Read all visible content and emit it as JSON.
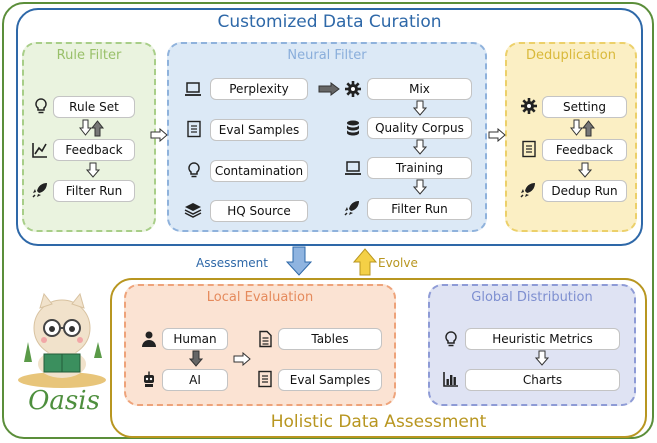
{
  "curation_title": "Customized Data Curation",
  "holistic_title": "Holistic Data Assessment",
  "rule_filter": {
    "title": "Rule Filter",
    "items": [
      "Rule Set",
      "Feedback",
      "Filter Run"
    ]
  },
  "neural_filter": {
    "title": "Neural Filter",
    "left_items": [
      "Perplexity",
      "Eval Samples",
      "Contamination",
      "HQ Source"
    ],
    "right_items": [
      "Mix",
      "Quality Corpus",
      "Training",
      "Filter Run"
    ]
  },
  "deduplication": {
    "title": "Deduplication",
    "items": [
      "Setting",
      "Feedback",
      "Dedup Run"
    ]
  },
  "local_evaluation": {
    "title": "Local Evaluation",
    "left_items": [
      "Human",
      "AI"
    ],
    "right_items": [
      "Tables",
      "Eval Samples"
    ]
  },
  "global_distribution": {
    "title": "Global Distribution",
    "items": [
      "Heuristic Metrics",
      "Charts"
    ]
  },
  "assessment_label": "Assessment",
  "evolve_label": "Evolve",
  "logo_text": "Oasis",
  "colors": {
    "curation": "#2e68a8",
    "holistic": "#b89620",
    "outer": "#5b8e3a"
  }
}
